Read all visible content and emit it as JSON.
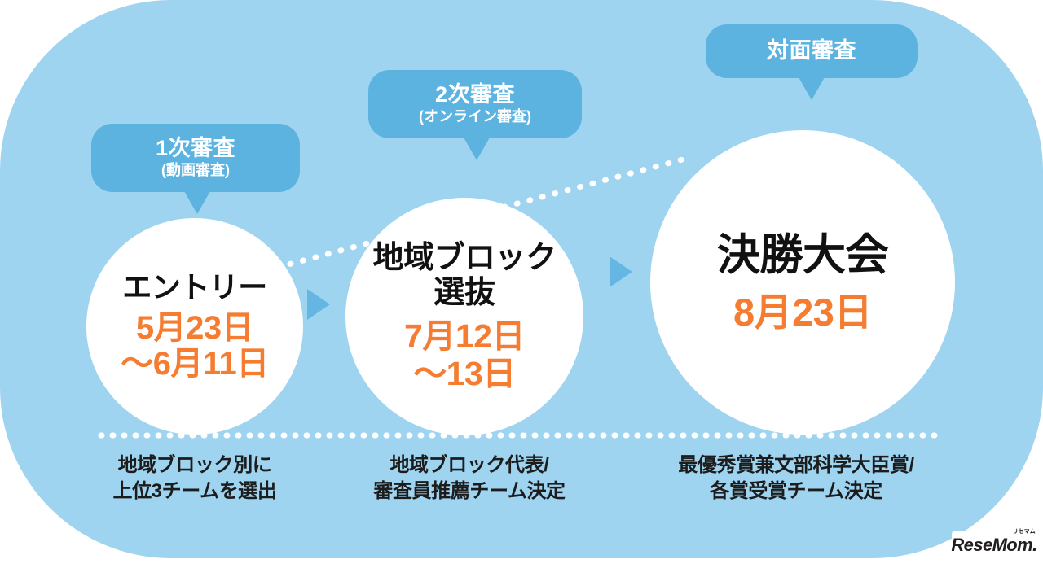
{
  "colors": {
    "background_panel": "#9fd4f1",
    "badge_blue": "#5cb3e0",
    "arrow_blue": "#65b6e2",
    "circle_white": "#ffffff",
    "date_orange": "#f57c30",
    "title_black": "#111111"
  },
  "badges": [
    {
      "id": "first-screening",
      "main": "1次審査",
      "sub": "(動画審査)"
    },
    {
      "id": "second-screening",
      "main": "2次審査",
      "sub": "(オンライン審査)"
    },
    {
      "id": "in-person-screening",
      "main": "対面審査",
      "sub": ""
    }
  ],
  "stages": [
    {
      "id": "entry",
      "title": "エントリー",
      "date_line1": "5月23日",
      "date_line2": "〜6月11日",
      "caption_line1": "地域ブロック別に",
      "caption_line2": "上位3チームを選出"
    },
    {
      "id": "regional-block-selection",
      "title_line1": "地域ブロック",
      "title_line2": "選抜",
      "date_line1": "7月12日",
      "date_line2": "〜13日",
      "caption_line1": "地域ブロック代表/",
      "caption_line2": "審査員推薦チーム決定"
    },
    {
      "id": "final-tournament",
      "title": "決勝大会",
      "date_line1": "8月23日",
      "date_line2": "",
      "caption_line1": "最優秀賞兼文部科学大臣賞/",
      "caption_line2": "各賞受賞チーム決定"
    }
  ],
  "watermark": {
    "main": "ReseMom.",
    "kana": "リセマム"
  }
}
